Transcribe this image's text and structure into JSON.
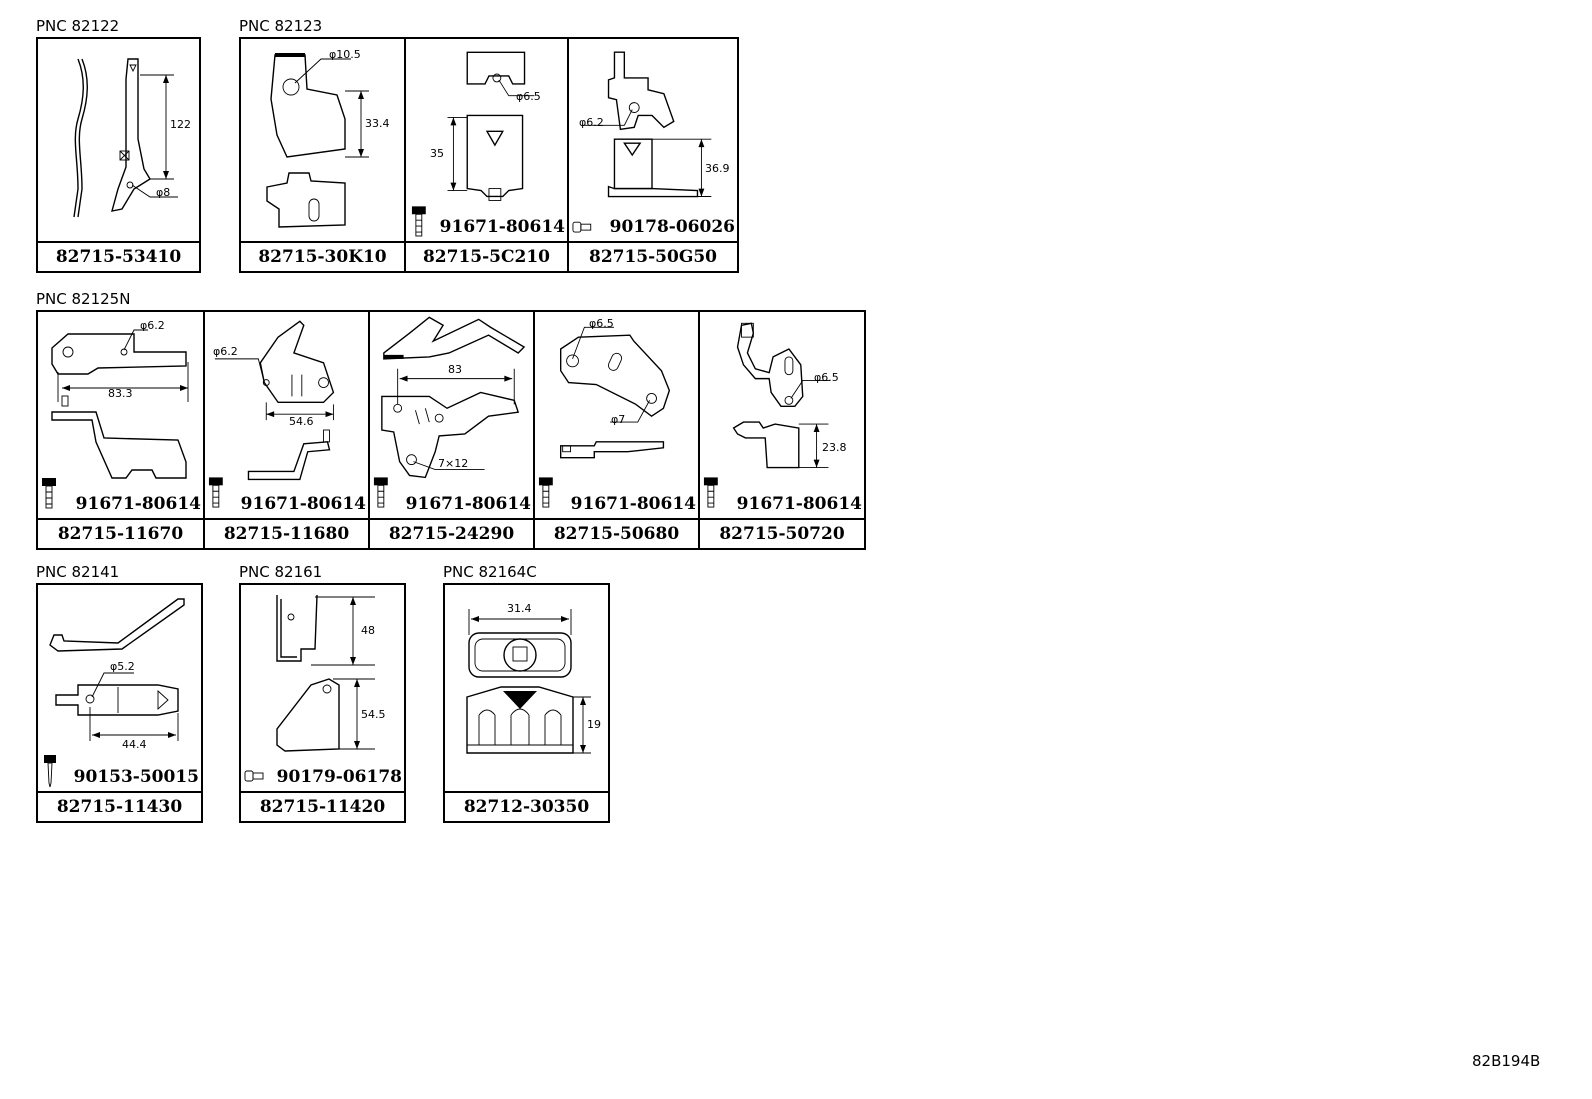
{
  "diagram_id": "82B194B",
  "groups": [
    {
      "pnc": "PNC 82122",
      "parts": [
        {
          "part_no": "82715-53410",
          "dims": [
            "122",
            "φ8"
          ]
        }
      ]
    },
    {
      "pnc": "PNC 82123",
      "parts": [
        {
          "part_no": "82715-30K10",
          "dims": [
            "φ10.5",
            "33.4"
          ]
        },
        {
          "part_no": "82715-5C210",
          "dims": [
            "φ6.5",
            "35"
          ],
          "hardware": "91671-80614"
        },
        {
          "part_no": "82715-50G50",
          "dims": [
            "φ6.2",
            "36.9"
          ],
          "hardware": "90178-06026"
        }
      ]
    },
    {
      "pnc": "PNC 82125N",
      "parts": [
        {
          "part_no": "82715-11670",
          "dims": [
            "φ6.2",
            "83.3"
          ],
          "hardware": "91671-80614"
        },
        {
          "part_no": "82715-11680",
          "dims": [
            "φ6.2",
            "54.6"
          ],
          "hardware": "91671-80614"
        },
        {
          "part_no": "82715-24290",
          "dims": [
            "83",
            "7×12"
          ],
          "hardware": "91671-80614"
        },
        {
          "part_no": "82715-50680",
          "dims": [
            "φ6.5",
            "φ7"
          ],
          "hardware": "91671-80614"
        },
        {
          "part_no": "82715-50720",
          "dims": [
            "φ6.5",
            "23.8"
          ],
          "hardware": "91671-80614"
        }
      ]
    },
    {
      "pnc": "PNC 82141",
      "parts": [
        {
          "part_no": "82715-11430",
          "dims": [
            "φ5.2",
            "44.4"
          ],
          "hardware": "90153-50015"
        }
      ]
    },
    {
      "pnc": "PNC 82161",
      "parts": [
        {
          "part_no": "82715-11420",
          "dims": [
            "48",
            "54.5"
          ],
          "hardware": "90179-06178"
        }
      ]
    },
    {
      "pnc": "PNC 82164C",
      "parts": [
        {
          "part_no": "82712-30350",
          "dims": [
            "31.4",
            "19"
          ]
        }
      ]
    }
  ]
}
